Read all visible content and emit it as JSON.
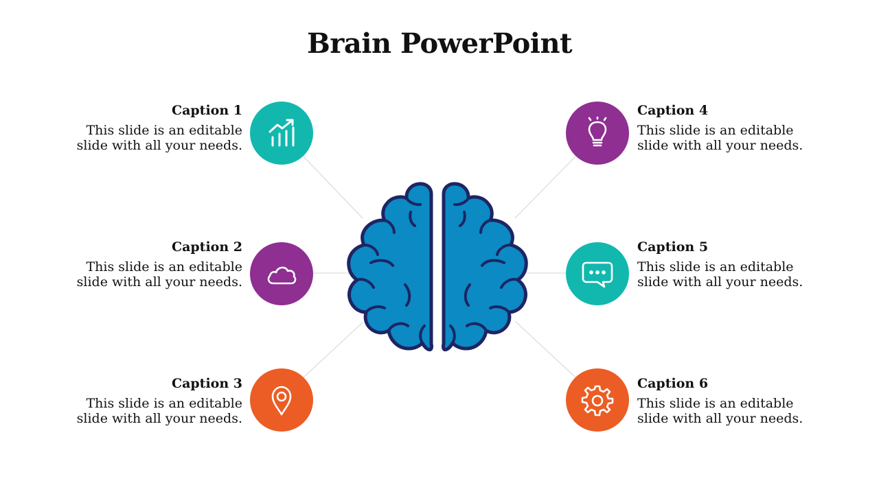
{
  "slide": {
    "title": "Brain PowerPoint"
  },
  "colors": {
    "teal": "#12B8AE",
    "purple": "#8E2F91",
    "orange": "#EB5D24",
    "brain_fill": "#0B8AC4",
    "brain_outline": "#1E2563",
    "connector": "#d4d4d4"
  },
  "items": [
    {
      "title": "Caption 1",
      "text_line1": "This slide is an editable",
      "text_line2": "slide with all your needs.",
      "icon": "trend-chart-icon",
      "color": "#12B8AE"
    },
    {
      "title": "Caption 2",
      "text_line1": "This slide is an editable",
      "text_line2": "slide with all your needs.",
      "icon": "cloud-icon",
      "color": "#8E2F91"
    },
    {
      "title": "Caption 3",
      "text_line1": "This slide is an editable",
      "text_line2": "slide with all your needs.",
      "icon": "location-pin-icon",
      "color": "#EB5D24"
    },
    {
      "title": "Caption 4",
      "text_line1": "This slide is an editable",
      "text_line2": "slide with all your needs.",
      "icon": "lightbulb-icon",
      "color": "#8E2F91"
    },
    {
      "title": "Caption 5",
      "text_line1": "This slide is an editable",
      "text_line2": "slide with all your needs.",
      "icon": "chat-bubble-icon",
      "color": "#12B8AE"
    },
    {
      "title": "Caption 6",
      "text_line1": "This slide is an editable",
      "text_line2": "slide with all your needs.",
      "icon": "gear-icon",
      "color": "#EB5D24"
    }
  ]
}
